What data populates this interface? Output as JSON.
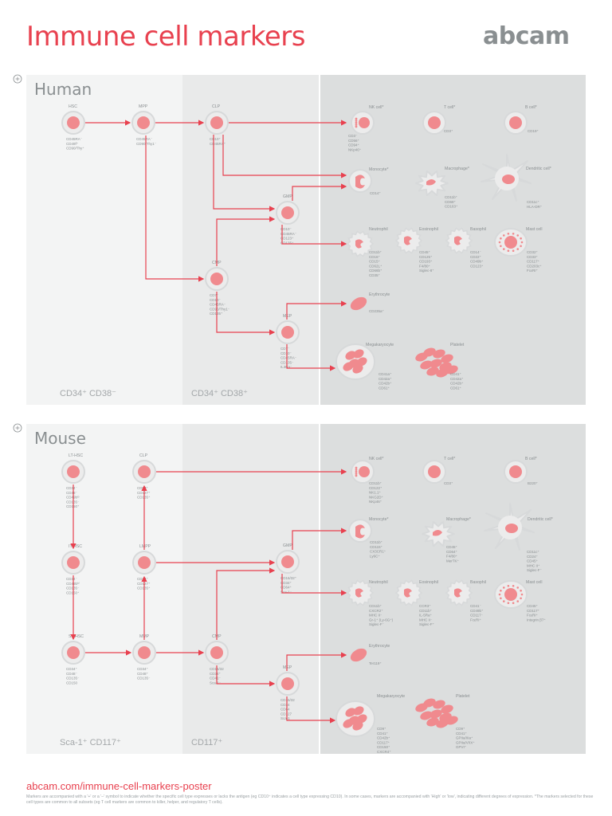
{
  "title": "Immune cell markers",
  "logo": "abcam",
  "colors": {
    "accent": "#e8414f",
    "cell_fill": "#f08a8e",
    "cell_ring": "#d7d9da",
    "panel_a": "#f3f4f4",
    "panel_b": "#e9eaea",
    "panel_c": "#dcdede",
    "text_grey": "#8a8f91"
  },
  "expand_icon": "plus-circle-icon",
  "human": {
    "label": "Human",
    "zone1": "CD34⁺ CD38⁻",
    "zone2": "CD34⁺ CD38⁺",
    "cells": {
      "hsc": {
        "name": "HSC",
        "markers": [
          "CD45RA⁻",
          "CD49f⁺",
          "CD90/Thy⁺"
        ]
      },
      "mpp": {
        "name": "MPP",
        "markers": [
          "CD45RA⁻",
          "CD90/Thy1⁻"
        ]
      },
      "clp": {
        "name": "CLP",
        "markers": [
          "CD10⁺",
          "CD45RA⁺"
        ]
      },
      "gmp": {
        "name": "GMP",
        "markers": [
          "CD10⁻",
          "CD45RA⁻",
          "CD123⁺",
          "CD135⁺"
        ]
      },
      "cmp": {
        "name": "CMP",
        "markers": [
          "CD7⁻",
          "CD10⁻",
          "CD45RA⁻",
          "CD90/Thy1⁻",
          "CD135⁺"
        ]
      },
      "mep": {
        "name": "MEP",
        "markers": [
          "CD7⁻",
          "CD10⁻",
          "CD45RA⁻",
          "CD135⁻",
          "IL3Ra⁻"
        ]
      },
      "nk": {
        "name": "NK cell*",
        "markers": [
          "CD3⁻",
          "CD56⁺",
          "CD94⁺",
          "NKp46⁺"
        ]
      },
      "t": {
        "name": "T cell*",
        "markers": [
          "CD3⁺"
        ]
      },
      "b": {
        "name": "B cell*",
        "markers": [
          "CD19⁺"
        ]
      },
      "monocyte": {
        "name": "Monocyte*",
        "markers": [
          "CD14⁺"
        ]
      },
      "macrophage": {
        "name": "Macrophage*",
        "markers": [
          "CD11b⁺",
          "CD68⁺",
          "CD163⁺"
        ]
      },
      "dendritic": {
        "name": "Dendritic cell*",
        "markers": [
          "CD11c⁺",
          "HLA-DR⁺"
        ]
      },
      "neutrophil": {
        "name": "Neutrophil",
        "markers": [
          "CD11b⁺",
          "CD16⁺",
          "CD15⁺",
          "CD62L⁺",
          "CD66b⁺",
          "CD35⁺"
        ]
      },
      "eosinophil": {
        "name": "Eosinophil",
        "markers": [
          "CD45⁺",
          "CD125⁺",
          "CD193⁺",
          "F4/80⁺",
          "Siglec-8⁺"
        ]
      },
      "basophil": {
        "name": "Basophil",
        "markers": [
          "CD14⁻",
          "CD22⁺",
          "CD49b⁺",
          "CD123⁺"
        ]
      },
      "mast": {
        "name": "Mast cell",
        "markers": [
          "CD32⁺",
          "CD33⁺",
          "CD117⁺",
          "CD203c⁺",
          "FcεRI⁺"
        ]
      },
      "erythrocyte": {
        "name": "Erythrocyte",
        "markers": [
          "CD235a⁺"
        ]
      },
      "megakaryocyte": {
        "name": "Megakaryocyte",
        "markers": [
          "CD41a⁺",
          "CD42a⁺",
          "CD42b⁺",
          "CD61⁺"
        ]
      },
      "platelet": {
        "name": "Platelet",
        "markers": [
          "CD41⁺",
          "CD42a⁺",
          "CD42b⁺",
          "CD61⁺"
        ]
      }
    }
  },
  "mouse": {
    "label": "Mouse",
    "zone1": "Sca-1⁺ CD117⁺",
    "zone2": "CD117⁺",
    "cells": {
      "lthsc": {
        "name": "LT-HSC",
        "markers": [
          "CD34⁻",
          "CD48⁻",
          "CD49b^lo",
          "CD135⁻",
          "CD150⁺"
        ]
      },
      "sthsc": {
        "name": "IT-HSC",
        "markers": [
          "CD34⁻",
          "CD49b^hi",
          "CD135⁻",
          "CD150⁺"
        ]
      },
      "mpp_st": {
        "name": "ST-HSC",
        "markers": [
          "CD34⁺",
          "CD48⁻",
          "CD135⁻",
          "CD150"
        ]
      },
      "clp": {
        "name": "CLP",
        "markers": [
          "CD93⁺",
          "CD127⁺",
          "CD135⁺"
        ]
      },
      "lmpp": {
        "name": "LMPP",
        "markers": [
          "CD34⁺",
          "CD127⁺",
          "CD135⁺"
        ]
      },
      "mmp": {
        "name": "MMP",
        "markers": [
          "CD34⁺",
          "CD48⁺",
          "CD135⁻"
        ]
      },
      "gmp": {
        "name": "GMP",
        "markers": [
          "CD16/32⁺",
          "CD34⁺",
          "CD64⁺",
          "Sca-1⁻"
        ]
      },
      "cmp": {
        "name": "CMP",
        "markers": [
          "CD16/32",
          "CD34⁺",
          "CD41⁻",
          "Sca-1⁻"
        ]
      },
      "mep": {
        "name": "MEP",
        "markers": [
          "CD16/32",
          "CD34",
          "CD64",
          "CD127",
          "Sca-1"
        ]
      },
      "nk": {
        "name": "NK cell*",
        "markers": [
          "CD11b⁺",
          "CD122⁺",
          "NK1.1⁺",
          "NKG2D⁺",
          "NKp46⁺"
        ]
      },
      "t": {
        "name": "T cell*",
        "markers": [
          "CD3⁺"
        ]
      },
      "b": {
        "name": "B cell*",
        "markers": [
          "B220⁺"
        ]
      },
      "monocyte": {
        "name": "Monocyte*",
        "markers": [
          "CD11b⁺",
          "CD115⁺",
          "CX3CR1⁺",
          "Ly6C⁺"
        ]
      },
      "macrophage": {
        "name": "Macrophage*",
        "markers": [
          "CD45⁺",
          "CD64⁺",
          "F4/80⁺",
          "MerTK⁺"
        ]
      },
      "dendritic": {
        "name": "Dendritic cell*",
        "markers": [
          "CD11c⁺",
          "CD24⁺",
          "CD45⁺",
          "MHC II⁺",
          "Siglec-F⁻"
        ]
      },
      "neutrophil": {
        "name": "Neutrophil",
        "markers": [
          "CD11b⁺",
          "CXCR2⁺",
          "MHC II⁻",
          "Gr-1⁺ (Ly-6G⁺)",
          "Siglec-F⁻"
        ]
      },
      "eosinophil": {
        "name": "Eosinophil",
        "markers": [
          "CCR3⁺",
          "CD11b⁺",
          "IL-5Ra⁺",
          "MHC II⁻",
          "Siglec-F⁺"
        ]
      },
      "basophil": {
        "name": "Basophil",
        "markers": [
          "CD41⁻",
          "CD49b⁺",
          "CD117⁻",
          "FcεRI⁺"
        ]
      },
      "mast": {
        "name": "Mast cell",
        "markers": [
          "CD45⁺",
          "CD117⁺",
          "FcεRI⁺",
          "Integrin β7⁺"
        ]
      },
      "erythrocyte": {
        "name": "Erythrocyte",
        "markers": [
          "Ter119⁺"
        ]
      },
      "megakaryocyte": {
        "name": "Megakaryocyte",
        "markers": [
          "CD9⁺",
          "CD41⁺",
          "CD42b⁺",
          "CD117⁺",
          "CD150⁺",
          "CXCR4⁺"
        ]
      },
      "platelet": {
        "name": "Platelet",
        "markers": [
          "CD9⁺",
          "CD41⁺",
          "GPIIa/IIIa⁺",
          "GPIIa/V/IX⁺",
          "GPVI⁺"
        ]
      }
    }
  },
  "footer": {
    "url": "abcam.com/immune-cell-markers-poster",
    "note": "Markers are accompanied with a '+' or a '–' symbol to indicate whether the specific cell type expresses or lacks the antigen (eg CD10⁺ indicates a cell type expressing CD10). In some cases, markers are accompanied with 'High' or 'low', indicating different degrees of expression. *The markers selected for these cell types are common to all subsets (eg T cell markers are common to killer, helper, and regulatory T cells)."
  }
}
